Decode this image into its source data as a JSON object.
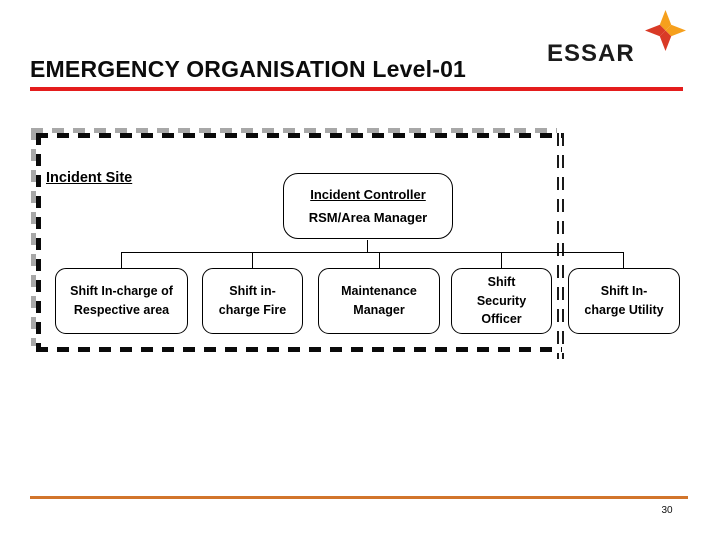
{
  "header": {
    "title": "EMERGENCY ORGANISATION Level-01",
    "logo_text": "ESSAR"
  },
  "diagram": {
    "area_label": "Incident Site",
    "root": {
      "lines": [
        "Incident Controller",
        "RSM/Area Manager"
      ]
    },
    "children": [
      {
        "lines": [
          "Shift In-charge of",
          "Respective area"
        ]
      },
      {
        "lines": [
          "Shift in-",
          "charge Fire"
        ]
      },
      {
        "lines": [
          "Maintenance",
          "Manager"
        ]
      },
      {
        "lines": [
          "Shift",
          "Security",
          "Officer"
        ]
      },
      {
        "lines": [
          "Shift In-",
          "charge Utility"
        ]
      }
    ]
  },
  "footer": {
    "page_number": "30"
  },
  "colors": {
    "title_rule": "#e41d1d",
    "footer_rule": "#d2752b",
    "logo_orange": "#f6a01d",
    "logo_red": "#d93a26",
    "dash_black": "#0a0a0a",
    "dash_shadow_gray": "#a8a8a8"
  }
}
